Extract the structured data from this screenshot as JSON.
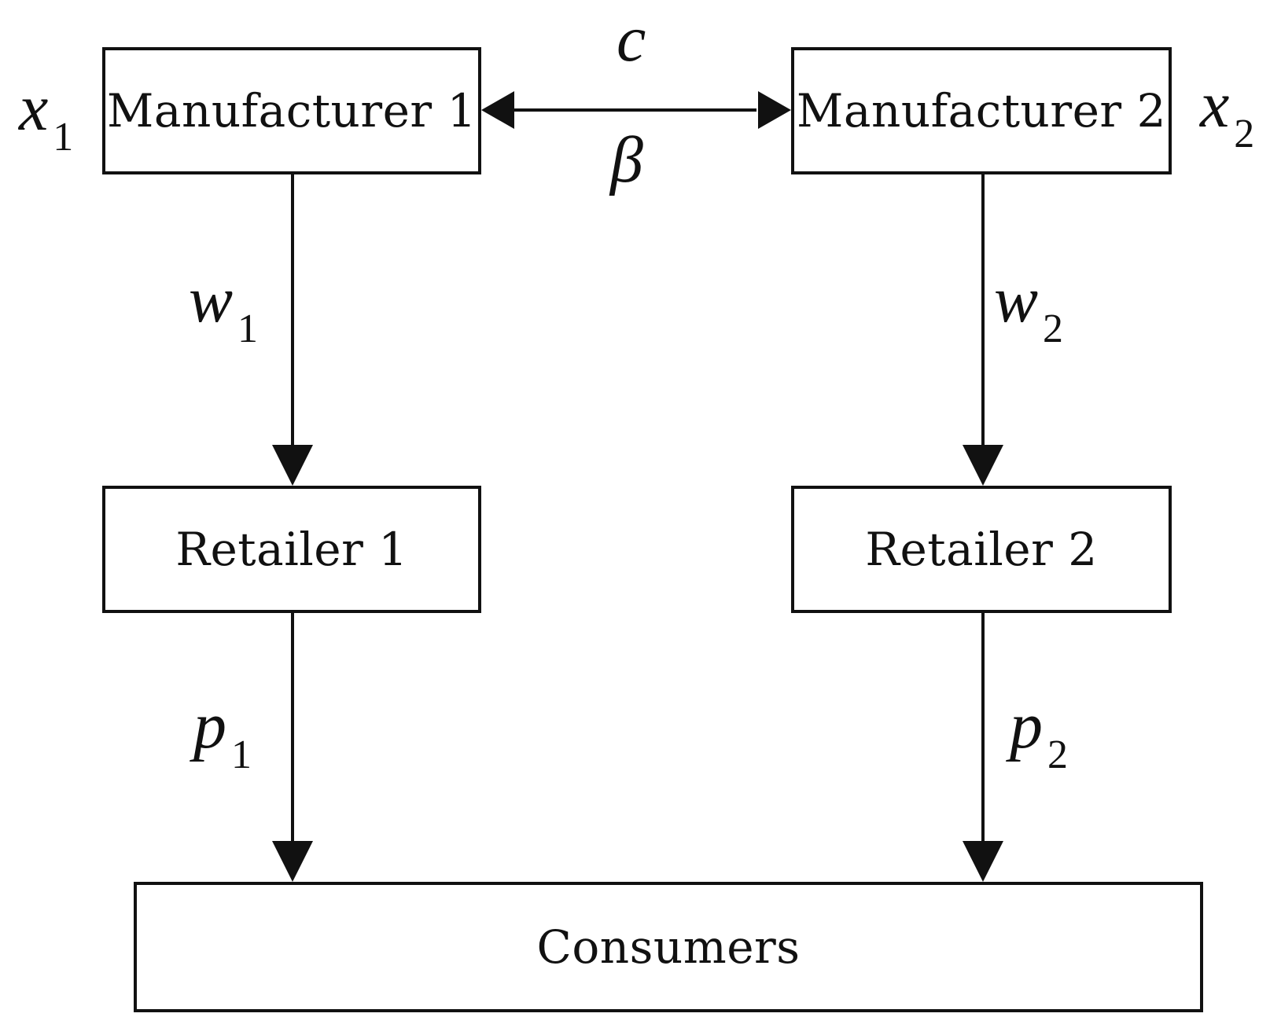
{
  "nodes": {
    "manufacturer_1": "Manufacturer 1",
    "manufacturer_2": "Manufacturer 2",
    "retailer_1": "Retailer 1",
    "retailer_2": "Retailer 2",
    "consumers": "Consumers"
  },
  "variables": {
    "x1": {
      "base": "x",
      "sub": "1"
    },
    "x2": {
      "base": "x",
      "sub": "2"
    },
    "c": {
      "base": "c"
    },
    "beta": {
      "base": "β"
    },
    "w1": {
      "base": "w",
      "sub": "1"
    },
    "w2": {
      "base": "w",
      "sub": "2"
    },
    "p1": {
      "base": "p",
      "sub": "1"
    },
    "p2": {
      "base": "p",
      "sub": "2"
    }
  },
  "edges": [
    {
      "from": "manufacturer_1",
      "to": "manufacturer_2",
      "direction": "both",
      "labels": [
        "c",
        "β"
      ]
    },
    {
      "from": "manufacturer_1",
      "to": "retailer_1",
      "label": "w1"
    },
    {
      "from": "manufacturer_2",
      "to": "retailer_2",
      "label": "w2"
    },
    {
      "from": "retailer_1",
      "to": "consumers",
      "label": "p1"
    },
    {
      "from": "retailer_2",
      "to": "consumers",
      "label": "p2"
    }
  ]
}
